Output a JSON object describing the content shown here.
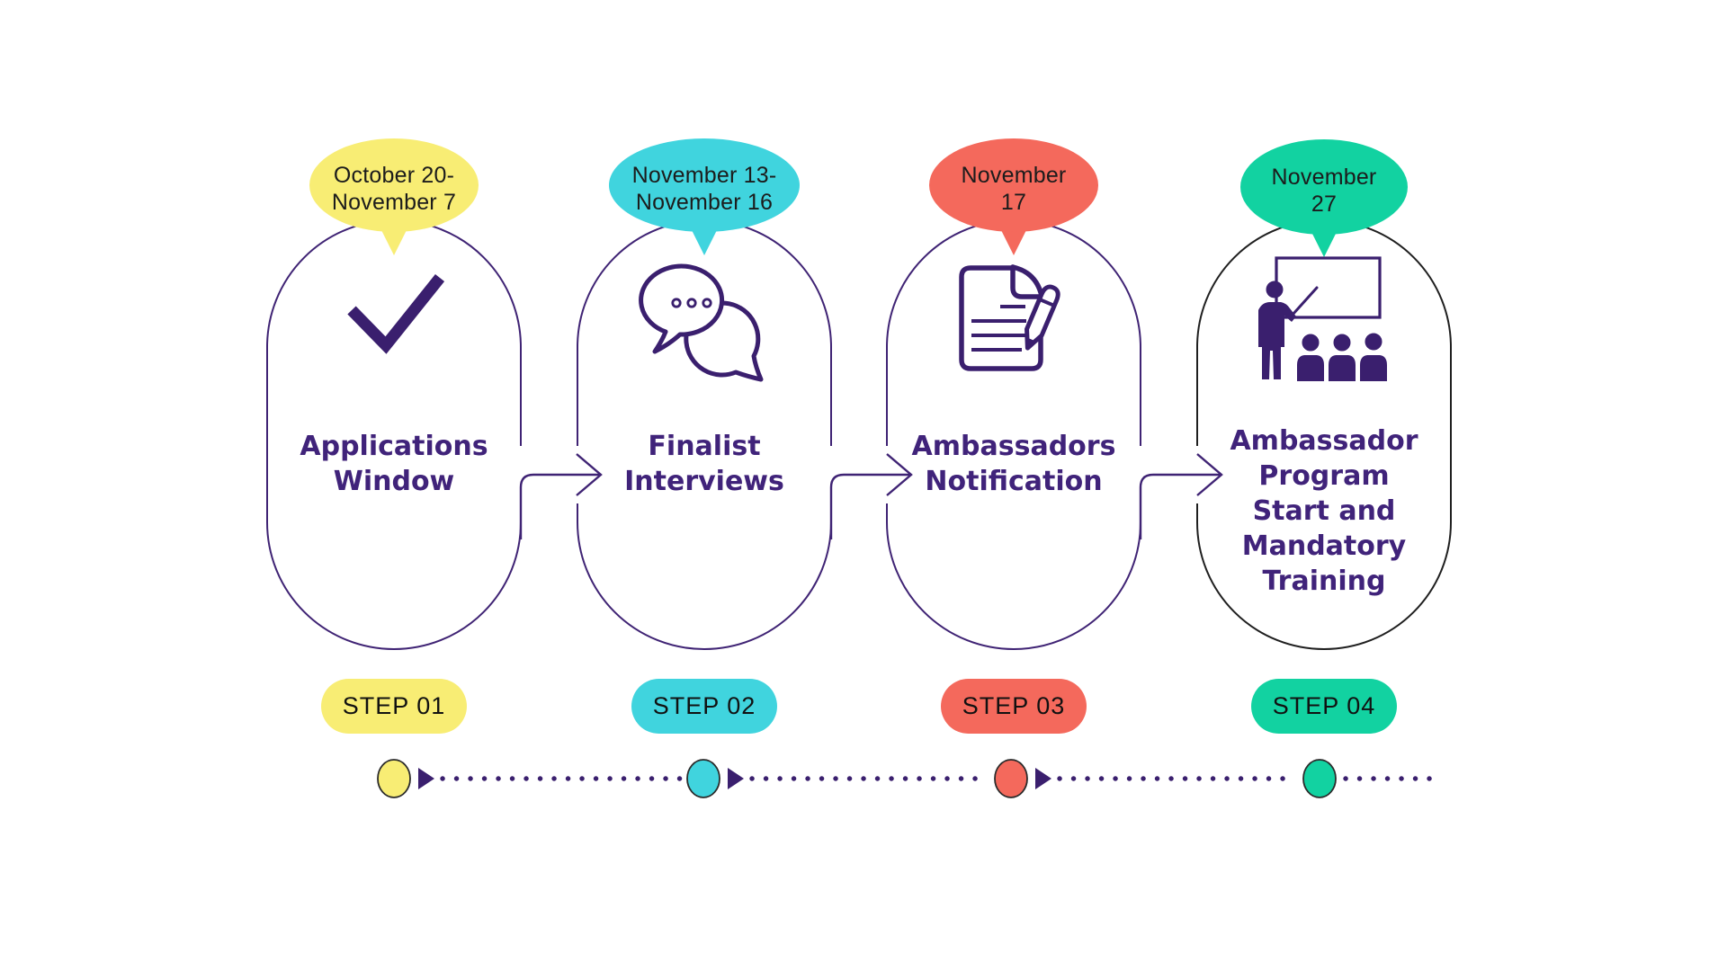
{
  "steps": [
    {
      "step_label": "STEP 01",
      "date_lines": [
        "October 20-",
        "November 7"
      ],
      "title_lines": [
        "Applications",
        "Window"
      ],
      "color": "#F8ED74",
      "icon": "checkmark-icon"
    },
    {
      "step_label": "STEP 02",
      "date_lines": [
        "November 13-",
        "November 16"
      ],
      "title_lines": [
        "Finalist",
        "Interviews"
      ],
      "color": "#40D4DE",
      "icon": "chat-bubbles-icon"
    },
    {
      "step_label": "STEP 03",
      "date_lines": [
        "November",
        "17"
      ],
      "title_lines": [
        "Ambassadors",
        "Notification"
      ],
      "color": "#F4695C",
      "icon": "document-pen-icon"
    },
    {
      "step_label": "STEP 04",
      "date_lines": [
        "November",
        "27"
      ],
      "title_lines": [
        "Ambassador",
        "Program",
        "Start and",
        "Mandatory",
        "Training"
      ],
      "color": "#12D2A1",
      "icon": "training-presentation-icon"
    }
  ],
  "colors": {
    "line_purple": "#3A1F6E",
    "title_purple": "#40237A",
    "capsule_border": "#3F2374",
    "capsule4_border": "#1F1F1F",
    "date_text": "#1C1C1C",
    "step_text": "#111111"
  }
}
